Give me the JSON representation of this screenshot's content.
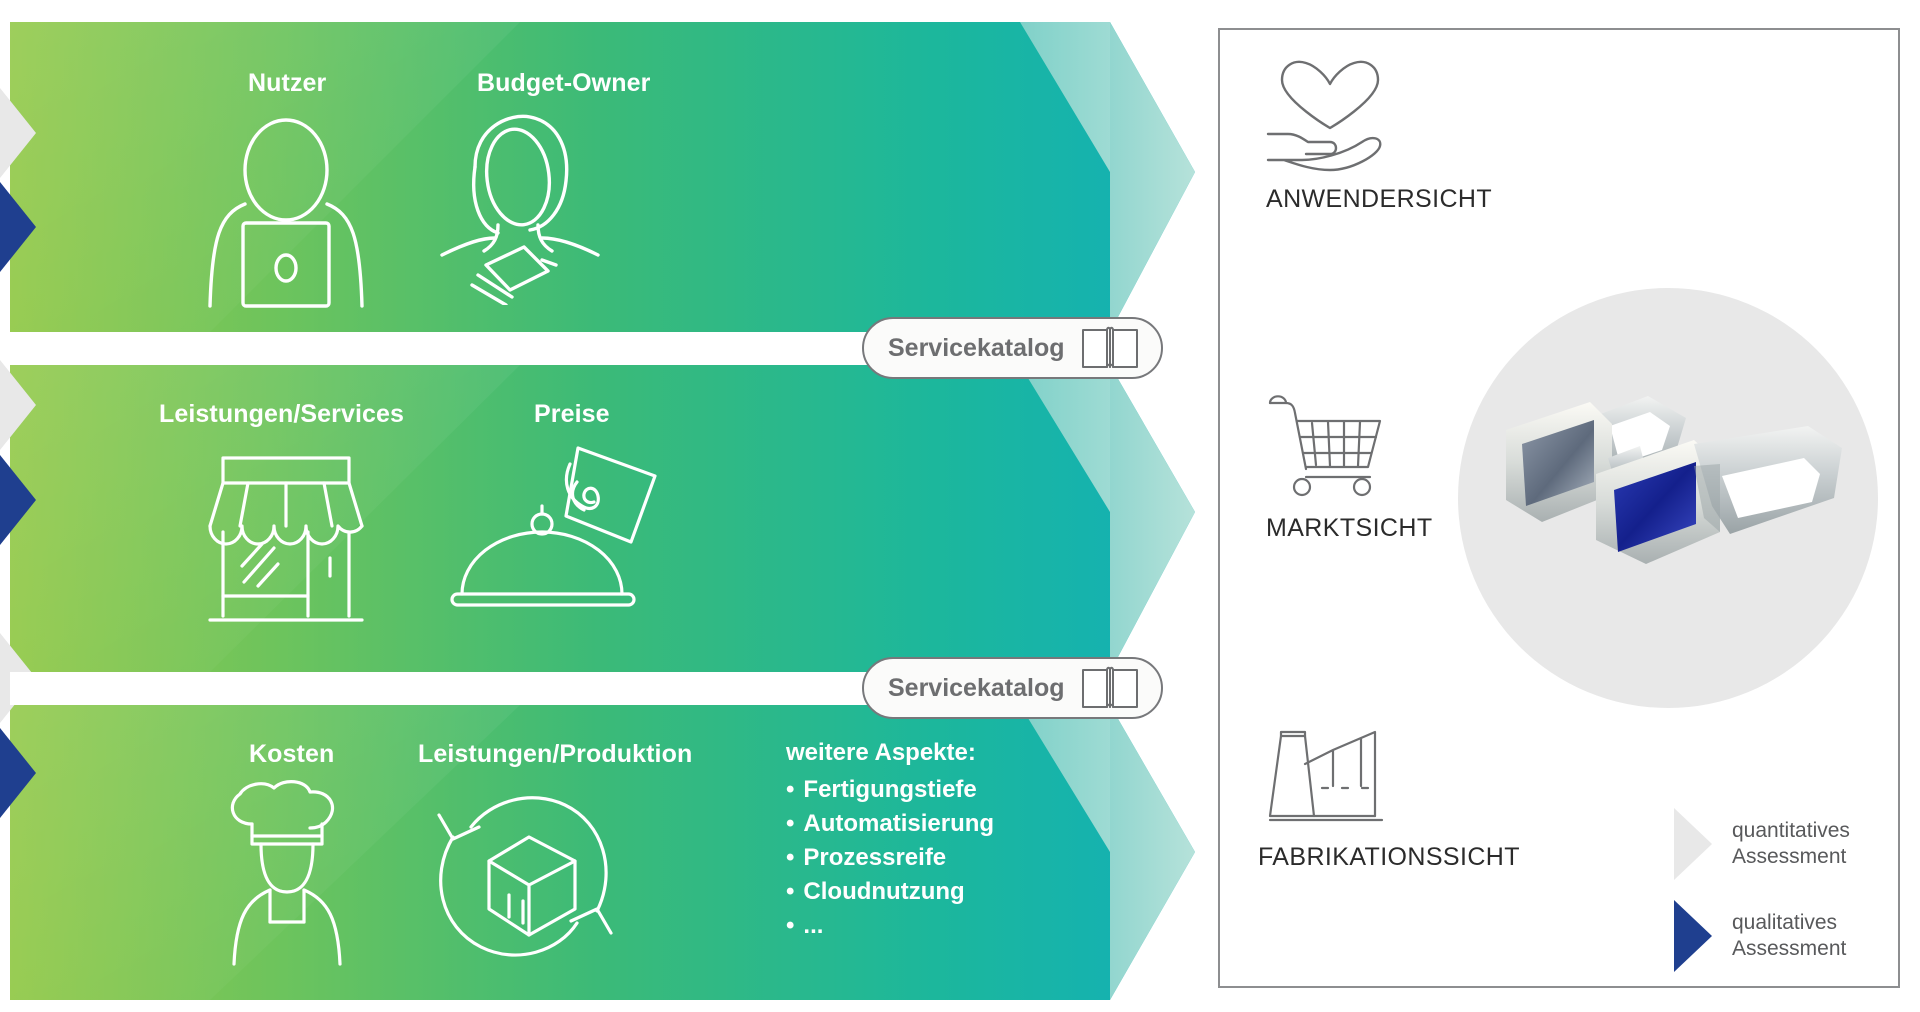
{
  "left_diagram": {
    "bands": [
      {
        "id": "band-user",
        "labels": [
          "Nutzer",
          "Budget-Owner"
        ],
        "icons": [
          "person-laptop-icon",
          "person-money-icon"
        ]
      },
      {
        "id": "band-services",
        "labels": [
          "Leistungen/Services",
          "Preise"
        ],
        "icons": [
          "storefront-icon",
          "cloche-price-tag-icon"
        ]
      },
      {
        "id": "band-production",
        "labels": [
          "Kosten",
          "Leistungen/Produktion"
        ],
        "icons": [
          "chef-icon",
          "box-cycle-icon"
        ]
      }
    ],
    "service_catalog": {
      "label": "Servicekatalog",
      "icon": "open-book-icon",
      "count": 2
    },
    "aspects": {
      "title": "weitere Aspekte:",
      "items": [
        "Fertigungstiefe",
        "Automatisierung",
        "Prozessreife",
        "Cloudnutzung",
        "..."
      ]
    },
    "markers": [
      {
        "name": "quantitative-marker",
        "color": "#e8e8e8"
      },
      {
        "name": "qualitative-marker",
        "color": "#1f3f8f"
      }
    ],
    "colors": {
      "band_gradient_start": "#8cc63f",
      "band_gradient_mid": "#3fba74",
      "band_gradient_end": "#12b5b0",
      "band_notch": "#8fd3d0",
      "label_text": "#ffffff",
      "pill_border": "#77787b",
      "pill_text": "#6d6e70"
    }
  },
  "right_panel": {
    "views": [
      {
        "label": "ANWENDERSICHT",
        "icon": "heart-in-hand-icon"
      },
      {
        "label": "MARKTSICHT",
        "icon": "shopping-cart-icon"
      },
      {
        "label": "FABRIKATIONSSICHT",
        "icon": "factory-icon"
      }
    ],
    "center_graphic": {
      "name": "3d-glasses-image",
      "circle_color": "#e8e8e8",
      "lens_left_color": "#5f6a7d",
      "lens_right_color": "#1f2f9b"
    },
    "legend": [
      {
        "label_line1": "quantitatives",
        "label_line2": "Assessment",
        "color": "#e8e8e8",
        "name": "quantitative-arrow"
      },
      {
        "label_line1": "qualitatives",
        "label_line2": "Assessment",
        "color": "#1f3f8f",
        "name": "qualitative-arrow"
      }
    ],
    "border_color": "#8d8e90",
    "text_color": "#2b2b2b"
  }
}
